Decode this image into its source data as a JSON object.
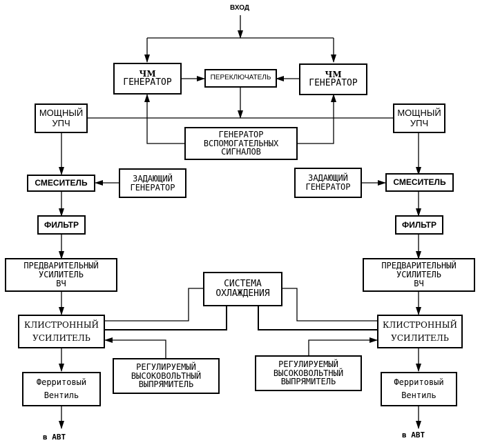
{
  "diagram": {
    "input_label": "ВХОД",
    "fm_generator_left": {
      "line1": "ЧМ",
      "line2": "ГЕНЕРАТОР"
    },
    "fm_generator_right": {
      "line1": "ЧМ",
      "line2": "ГЕНЕРАТОР"
    },
    "switch": "ПЕРЕКЛЮЧАТЕЛЬ",
    "aux_generator": {
      "line1": "ГЕНЕРАТОР",
      "line2": "ВСПОМОГАТЕЛЬНЫХ",
      "line3": "СИГНАЛОВ"
    },
    "power_if_left": {
      "line1": "МОЩНЫЙ",
      "line2": "УПЧ"
    },
    "power_if_right": {
      "line1": "МОЩНЫЙ",
      "line2": "УПЧ"
    },
    "mixer_left": "СМЕСИТЕЛЬ",
    "mixer_right": "СМЕСИТЕЛЬ",
    "master_osc_left": {
      "line1": "ЗАДАЮЩИЙ",
      "line2": "ГЕНЕРАТОР"
    },
    "master_osc_right": {
      "line1": "ЗАДАЮЩИЙ",
      "line2": "ГЕНЕРАТОР"
    },
    "filter_left": "ФИЛЬТР",
    "filter_right": "ФИЛЬТР",
    "preamp_left": {
      "line1": "ПРЕДВАРИТЕЛЬНЫЙ",
      "line2": "УСИЛИТЕЛЬ",
      "line3": "ВЧ"
    },
    "preamp_right": {
      "line1": "ПРЕДВАРИТЕЛЬНЫЙ",
      "line2": "УСИЛИТЕЛЬ",
      "line3": "ВЧ"
    },
    "cooling": {
      "line1": "СИСТЕМА",
      "line2": "ОХЛАЖДЕНИЯ"
    },
    "klystron_left": {
      "line1": "КЛИСТРОННЫЙ",
      "line2": "УСИЛИТЕЛЬ"
    },
    "klystron_right": {
      "line1": "КЛИСТРОННЫЙ",
      "line2": "УСИЛИТЕЛЬ"
    },
    "hv_rectifier_left": {
      "line1": "РЕГУЛИРУЕМЫЙ",
      "line2": "ВЫСОКОВОЛЬТНЫЙ",
      "line3": "ВЫПРЯМИТЕЛЬ"
    },
    "hv_rectifier_right": {
      "line1": "РЕГУЛИРУЕМЫЙ",
      "line2": "ВЫСОКОВОЛЬТНЫЙ",
      "line3": "ВЫПРЯМИТЕЛЬ"
    },
    "ferrite_left": {
      "line1": "Ферритовый",
      "line2": "Вентиль"
    },
    "ferrite_right": {
      "line1": "Ферритовый",
      "line2": "Вентиль"
    },
    "output_left": "в АВТ",
    "output_right": "в АВТ"
  }
}
